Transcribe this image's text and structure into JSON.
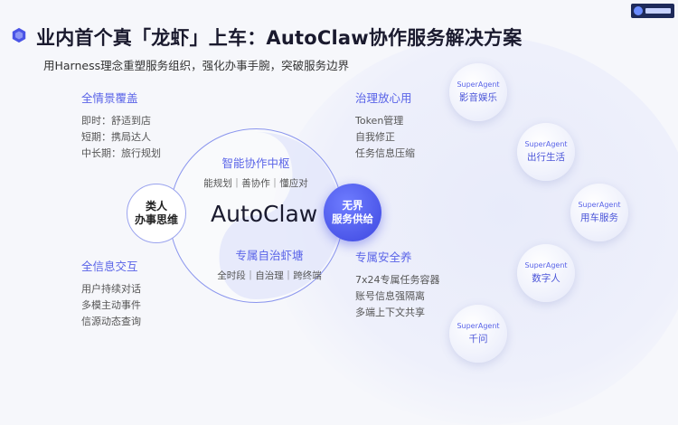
{
  "title": "业内首个真「龙虾」上车：AutoClaw协作服务解决方案",
  "subtitle": "用Harness理念重塑服务组织，强化办事手腕，突破服务边界",
  "left_top": {
    "head": "全情景覆盖",
    "lines": [
      "即时：舒适到店",
      "短期：携局达人",
      "中长期：旅行规划"
    ]
  },
  "left_bottom": {
    "head": "全信息交互",
    "lines": [
      "用户持续对话",
      "多模主动事件",
      "信源动态查询"
    ]
  },
  "right_top": {
    "head": "治理放心用",
    "lines": [
      "Token管理",
      "自我修正",
      "任务信息压缩"
    ]
  },
  "right_bottom": {
    "head": "专属安全养",
    "lines": [
      "7x24专属任务容器",
      "账号信息强隔离",
      "多端上下文共享"
    ]
  },
  "center": {
    "label": "AutoClaw",
    "top_head": "智能协作中枢",
    "top_sub": "能规划｜善协作｜懂应对",
    "bottom_head": "专属自治虾塘",
    "bottom_sub": "全时段｜自治理｜跨终端"
  },
  "human": {
    "line1": "类人",
    "line2": "办事思维"
  },
  "service": {
    "line1": "无界",
    "line2": "服务供给"
  },
  "agents": [
    {
      "tag": "SuperAgent",
      "name": "影音娱乐"
    },
    {
      "tag": "SuperAgent",
      "name": "出行生活"
    },
    {
      "tag": "SuperAgent",
      "name": "用车服务"
    },
    {
      "tag": "SuperAgent",
      "name": "数字人"
    },
    {
      "tag": "SuperAgent",
      "name": "千问"
    }
  ],
  "colors": {
    "accent": "#5a64e8",
    "service_blue": "#3d47e0",
    "title": "#1a1a2e"
  }
}
